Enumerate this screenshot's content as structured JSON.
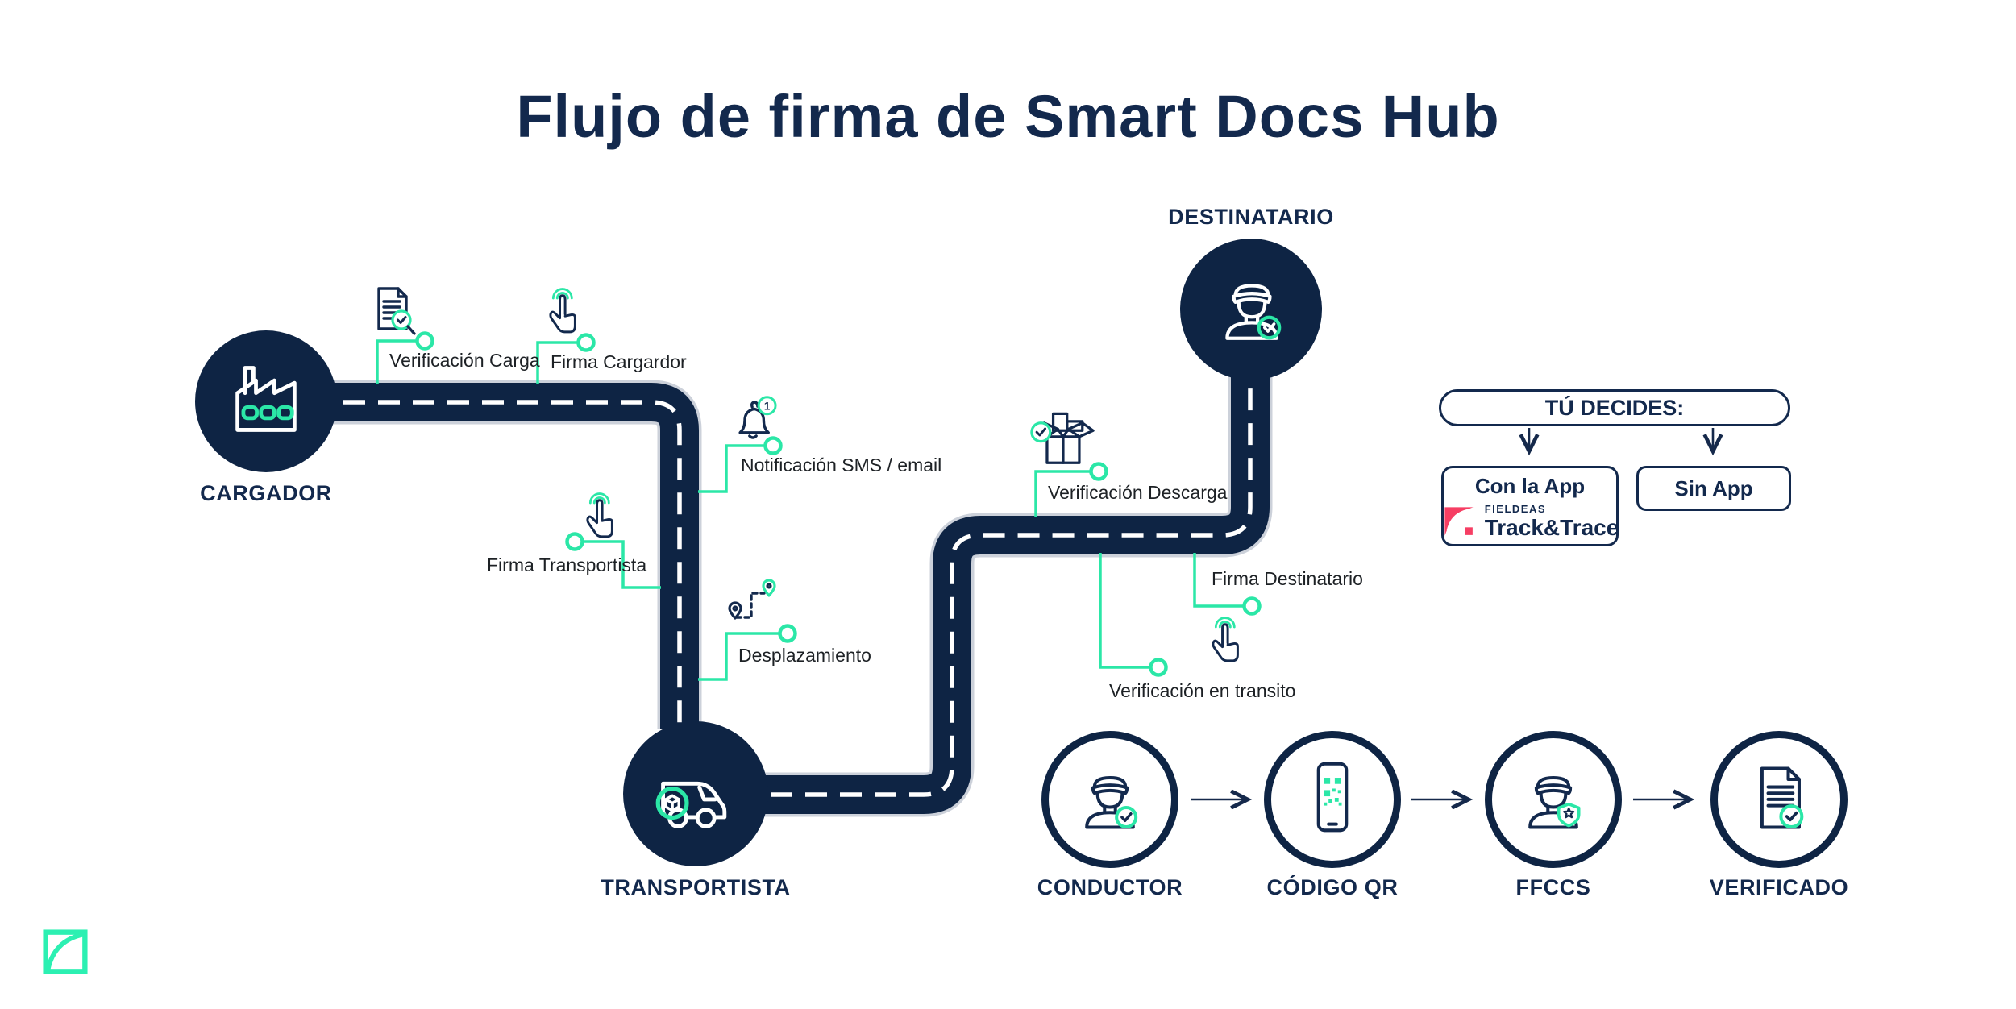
{
  "title": "Flujo de firma de Smart Docs Hub",
  "colors": {
    "navy": "#0e2444",
    "teal": "#2be7a7",
    "pink": "#f63e63",
    "label_text": "#1d2125"
  },
  "nodes": {
    "cargador": {
      "label": "CARGADOR"
    },
    "transportista": {
      "label": "TRANSPORTISTA"
    },
    "destinatario": {
      "label": "DESTINATARIO"
    }
  },
  "checkpoints": {
    "verificacion_carga": "Verificación Carga",
    "firma_cargador": "Firma Cargardor",
    "notificacion": "Notificación SMS / email",
    "notificacion_badge": "1",
    "firma_transportista": "Firma Transportista",
    "desplazamiento": "Desplazamiento",
    "verificacion_descarga": "Verificación Descarga",
    "firma_destinatario": "Firma Destinatario",
    "verificacion_transito": "Verificación en transito"
  },
  "decision": {
    "title": "TÚ DECIDES:",
    "option_app": "Con la App",
    "brand_name": "FIELDEAS",
    "brand_product": "Track&Trace",
    "option_no_app": "Sin App"
  },
  "bottom_flow": {
    "steps": [
      {
        "label": "CONDUCTOR"
      },
      {
        "label": "CÓDIGO QR"
      },
      {
        "label": "FFCCS"
      },
      {
        "label": "VERIFICADO"
      }
    ]
  }
}
